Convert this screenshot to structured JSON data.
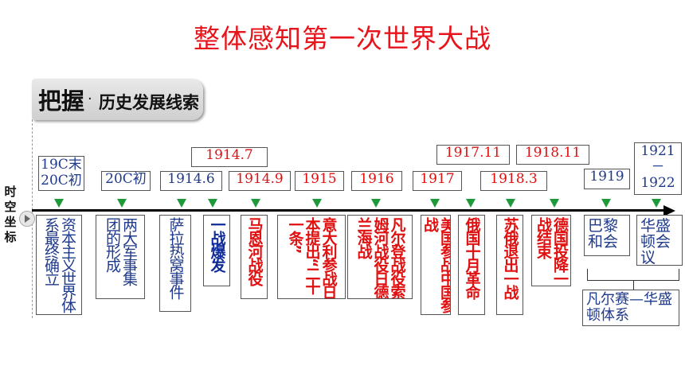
{
  "title": "整体感知第一次世界大战",
  "banner": {
    "main": "把握",
    "dot": "·",
    "sub": "历史发展线索"
  },
  "side_label": "时空坐标",
  "dates": {
    "d1": "19C末\n20C初",
    "d2": "20C初",
    "d3": "1914.6",
    "d4": "1914.7",
    "d5": "1914.9",
    "d6": "1915",
    "d7": "1916",
    "d8": "1917",
    "d9": "1917.11",
    "d10": "1918.3",
    "d11": "1918.11",
    "d12": "1919",
    "d13": "1921\n－\n1922"
  },
  "events": {
    "e1": "资本主义世界体系最终确立",
    "e2": "两大军事集团的形成",
    "e3": "萨拉热窝事件",
    "e4": "一战爆发",
    "e5": "马恩河战役",
    "e6": "意大利参战日本提出“二十一条”",
    "e7": "凡尔登战役索姆河战役日德兰海战",
    "e8": "美国参战中国参战",
    "e9": "俄国十月革命",
    "e10": "苏俄退出一战",
    "e11": "德国投降一战结束",
    "e12": "巴黎和会",
    "e13": "华盛顿会议",
    "system": "凡尔赛—华盛顿体系"
  },
  "colors": {
    "title": "#e8141b",
    "marker": "#1f9a3b",
    "date_text": "#1f3a8a",
    "date_red": "#e01010"
  }
}
